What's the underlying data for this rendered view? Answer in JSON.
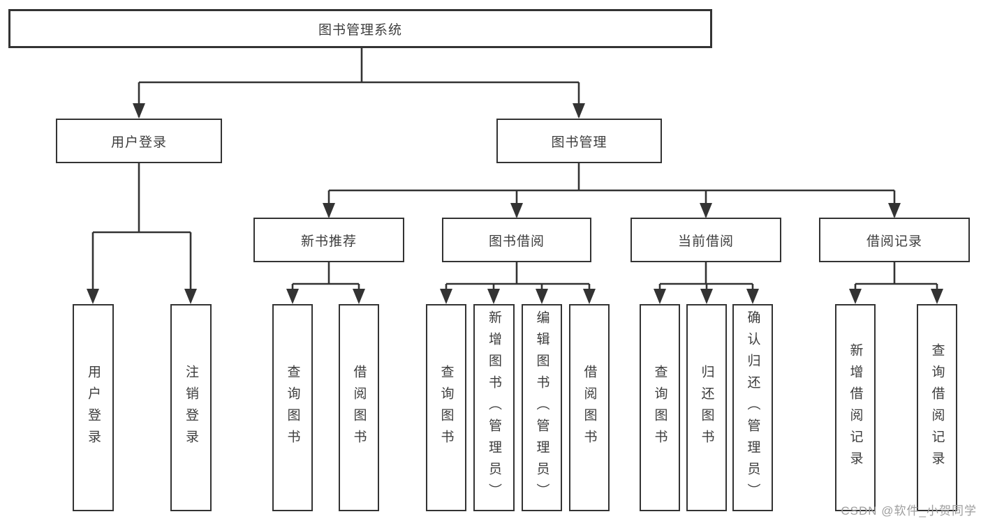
{
  "diagram": {
    "root": {
      "label": "图书管理系统",
      "children": [
        {
          "label": "用户登录",
          "children": [
            {
              "label": "用户登录"
            },
            {
              "label": "注销登录"
            }
          ]
        },
        {
          "label": "图书管理",
          "children": [
            {
              "label": "新书推荐",
              "children": [
                {
                  "label": "查询图书"
                },
                {
                  "label": "借阅图书"
                }
              ]
            },
            {
              "label": "图书借阅",
              "children": [
                {
                  "label": "查询图书"
                },
                {
                  "label": "新增图书（管理员）"
                },
                {
                  "label": "编辑图书（管理员）"
                },
                {
                  "label": "借阅图书"
                }
              ]
            },
            {
              "label": "当前借阅",
              "children": [
                {
                  "label": "查询图书"
                },
                {
                  "label": "归还图书"
                },
                {
                  "label": "确认归还（管理员）"
                }
              ]
            },
            {
              "label": "借阅记录",
              "children": [
                {
                  "label": "新增借阅记录"
                },
                {
                  "label": "查询借阅记录"
                }
              ]
            }
          ]
        }
      ]
    },
    "watermark": "CSDN @软件_小贺同学",
    "colors": {
      "line": "#333333",
      "text": "#3d3d3d",
      "box_background": "#ffffff",
      "page_background": "#ffffff",
      "watermark_text": "#9e9e9e"
    }
  }
}
